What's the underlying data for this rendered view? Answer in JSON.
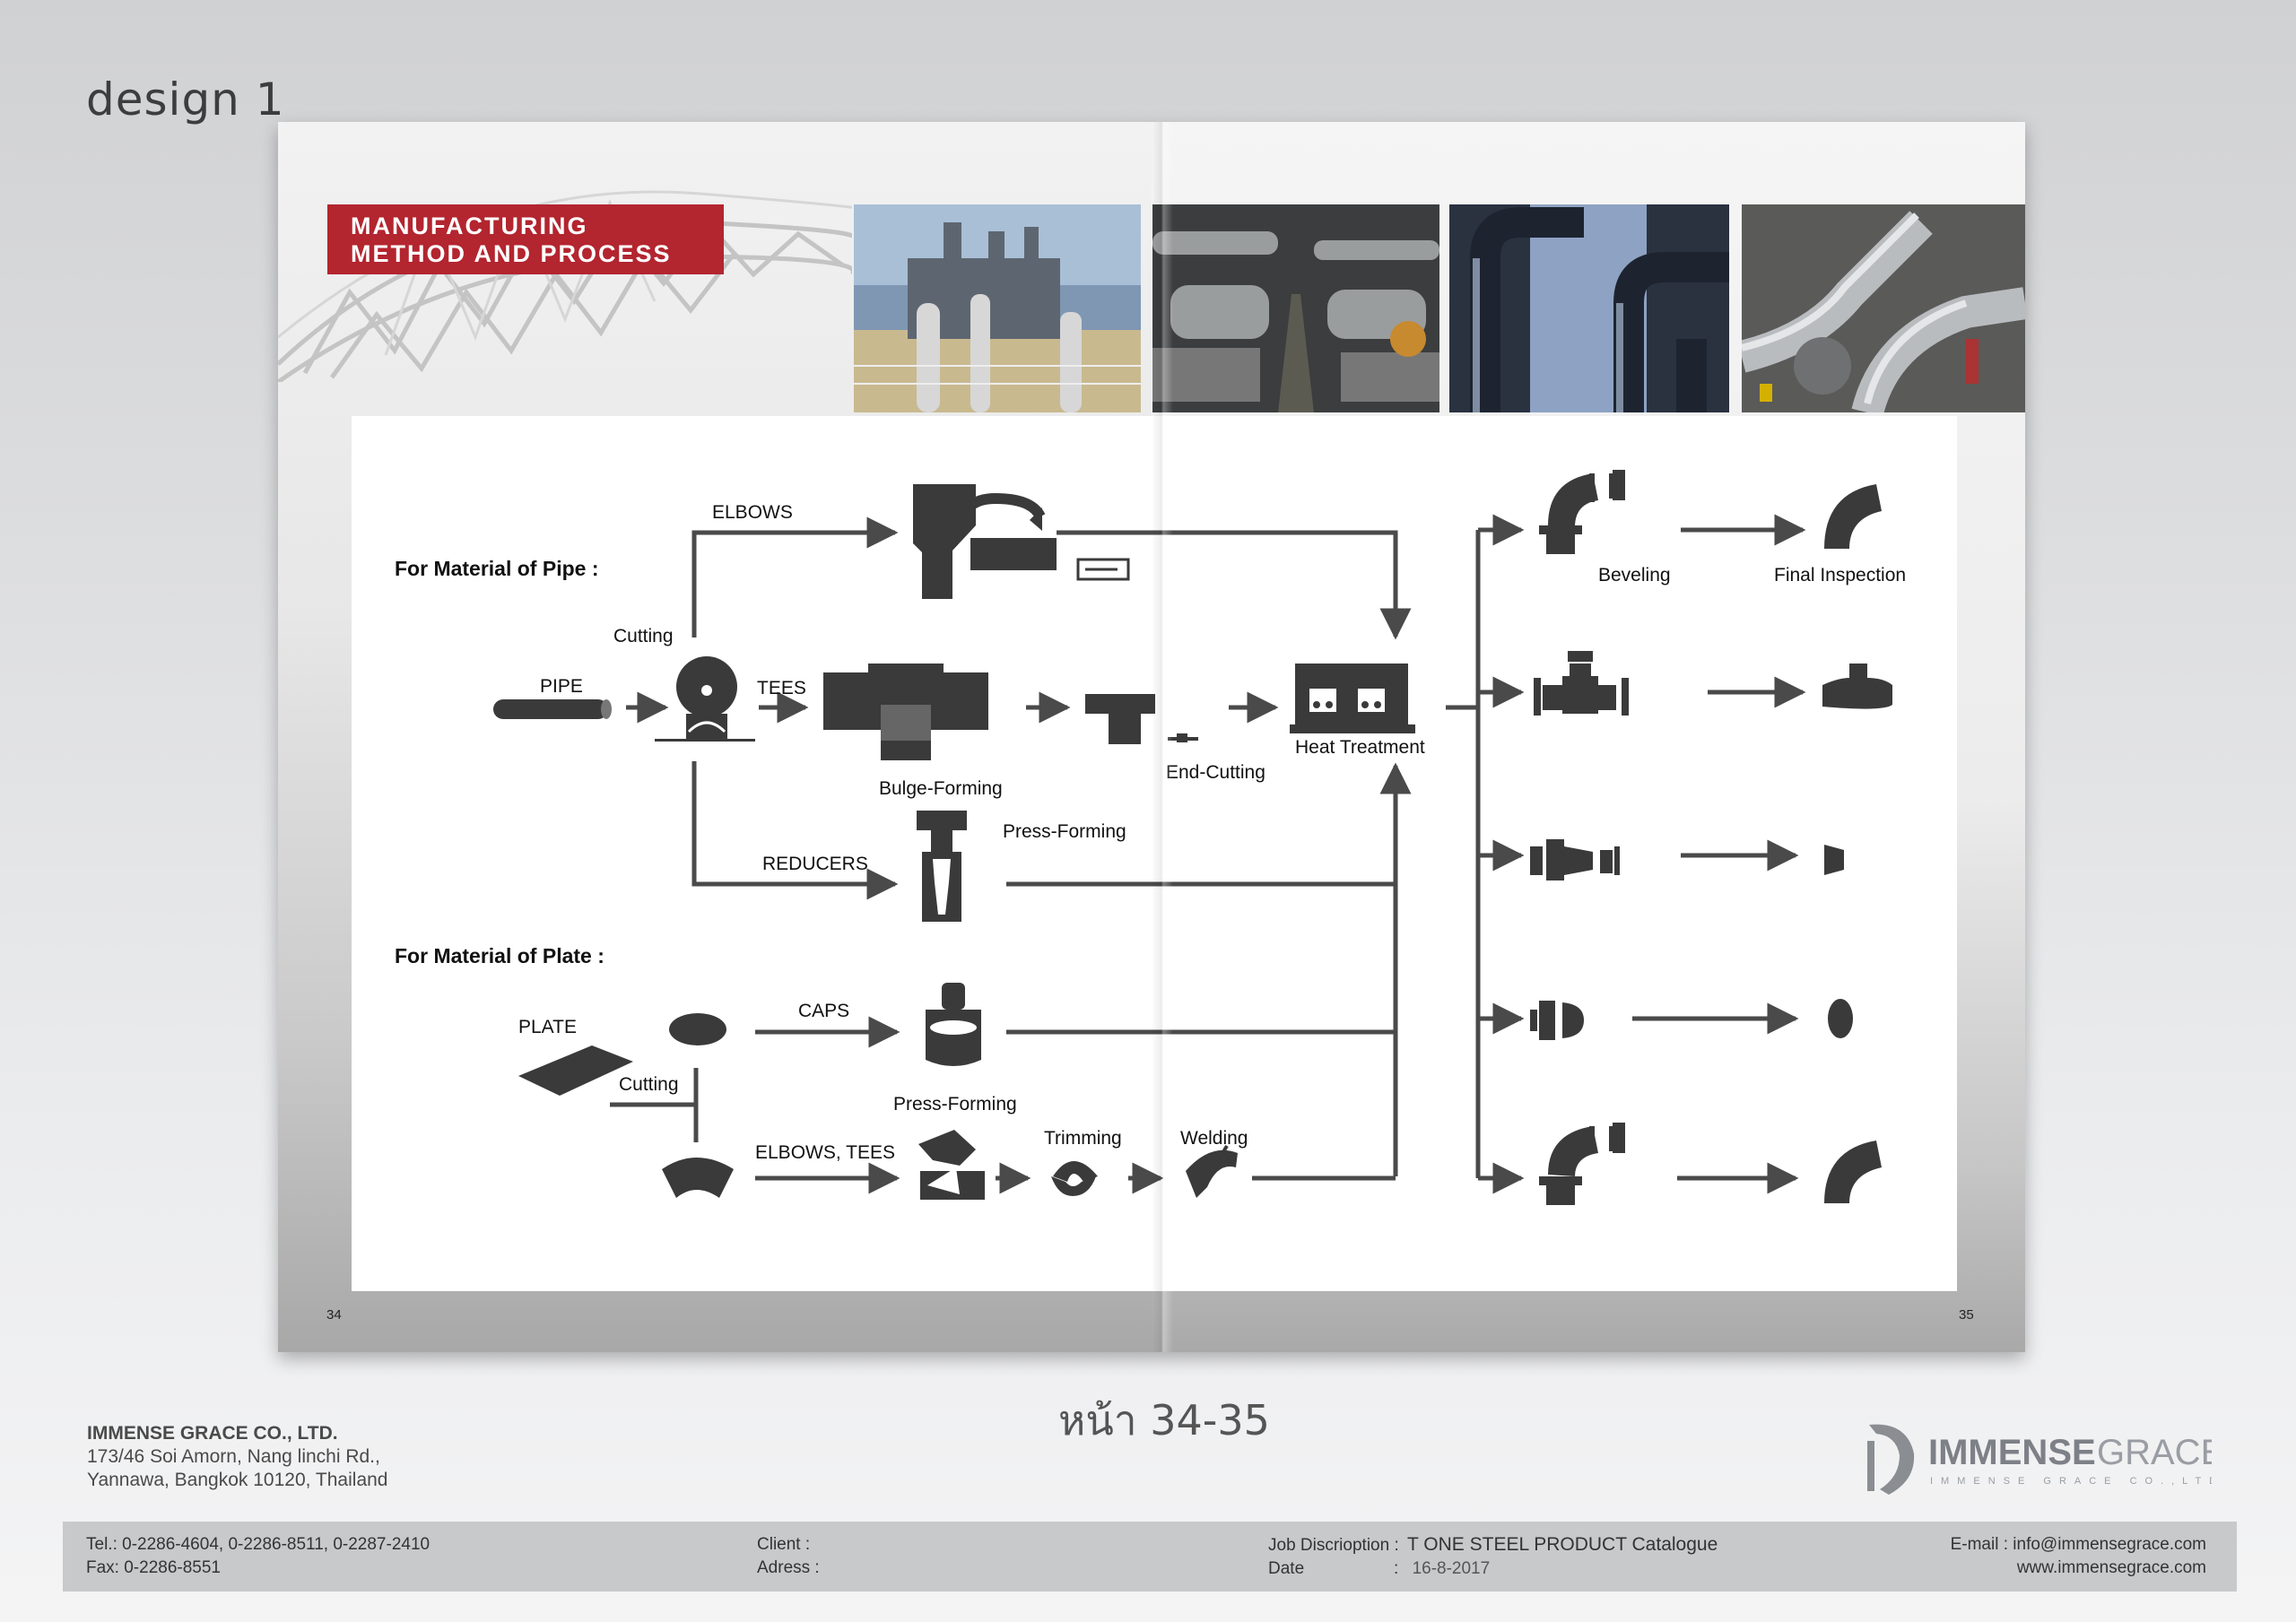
{
  "design_label": "design 1",
  "caption": "หน้า 34-35",
  "banner": {
    "line1": "MANUFACTURING",
    "line2": "METHOD AND PROCESS"
  },
  "page_numbers": {
    "left": "34",
    "right": "35"
  },
  "diagram": {
    "pipe_heading": "For Material of Pipe :",
    "plate_heading": "For Material of Plate :",
    "labels": {
      "elbows": "ELBOWS",
      "cutting_pipe": "Cutting",
      "pipe": "PIPE",
      "tees": "TEES",
      "bulge_forming": "Bulge-Forming",
      "end_cutting": "End-Cutting",
      "heat_treatment": "Heat Treatment",
      "press_forming_pipe": "Press-Forming",
      "reducers": "REDUCERS",
      "plate": "PLATE",
      "caps": "CAPS",
      "cutting_plate": "Cutting",
      "press_forming_plate": "Press-Forming",
      "elbows_tees": "ELBOWS, TEES",
      "trimming": "Trimming",
      "welding": "Welding",
      "beveling": "Beveling",
      "final_inspection": "Final Inspection"
    }
  },
  "company": {
    "name": "IMMENSE GRACE CO., LTD.",
    "address1": "173/46 Soi Amorn, Nang linchi Rd.,",
    "address2": "Yannawa, Bangkok 10120, Thailand"
  },
  "logo": {
    "text1": "IMMENSE",
    "text2": "GRACE",
    "tagline": "IMMENSE GRACE CO.,LTD."
  },
  "footer": {
    "tel": "Tel.:  0-2286-4604, 0-2286-8511, 0-2287-2410",
    "fax": "Fax:  0-2286-8551",
    "client_label": "Client   :",
    "address_label": "Adress :",
    "job_label": "Job Discrioption :",
    "job_value": "T ONE STEEL PRODUCT Catalogue",
    "date_label": "Date",
    "date_sep": ":",
    "date_value": "16-8-2017",
    "email_label": "E-mail :",
    "email_value": "info@immensegrace.com",
    "website": "www.immensegrace.com"
  },
  "colors": {
    "banner_red": "#b3252f",
    "icon_dark": "#3a3a3a",
    "footer_gray": "#c8c9cb"
  }
}
